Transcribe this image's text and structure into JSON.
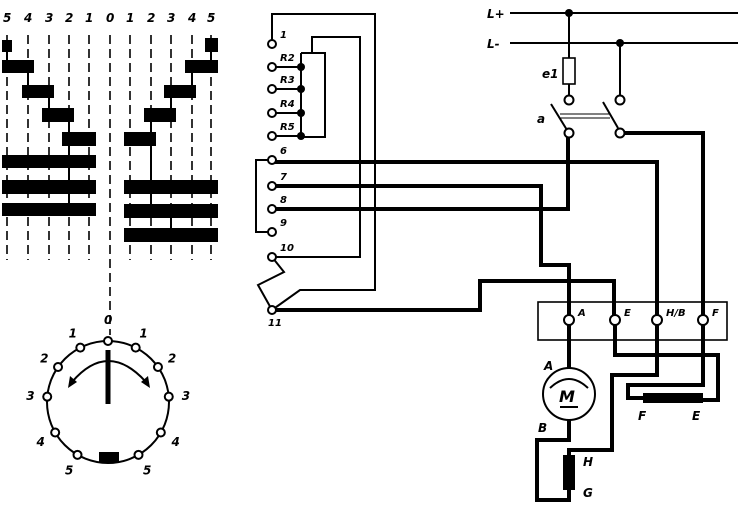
{
  "switch_table": {
    "position_labels": [
      "5",
      "4",
      "3",
      "2",
      "1",
      "0",
      "1",
      "2",
      "3",
      "4",
      "5"
    ]
  },
  "dial": {
    "top_label": "0",
    "left_labels": [
      "1",
      "2",
      "3",
      "4",
      "5"
    ],
    "right_labels": [
      "1",
      "2",
      "3",
      "4",
      "5"
    ]
  },
  "terminals": {
    "labels": [
      "1",
      "R2",
      "R3",
      "R4",
      "R5",
      "6",
      "7",
      "8",
      "9",
      "10",
      "11"
    ]
  },
  "supply": {
    "plus": "L+",
    "minus": "L-",
    "fuse": "e1",
    "switch": "a"
  },
  "terminal_box": {
    "labels": [
      "A",
      "E",
      "H/B",
      "F"
    ]
  },
  "motor": {
    "symbol": "M",
    "top": "A",
    "bottom": "B"
  },
  "series_winding": {
    "top": "H",
    "bottom": "G"
  },
  "shunt_winding": {
    "left": "F",
    "right": "E"
  }
}
